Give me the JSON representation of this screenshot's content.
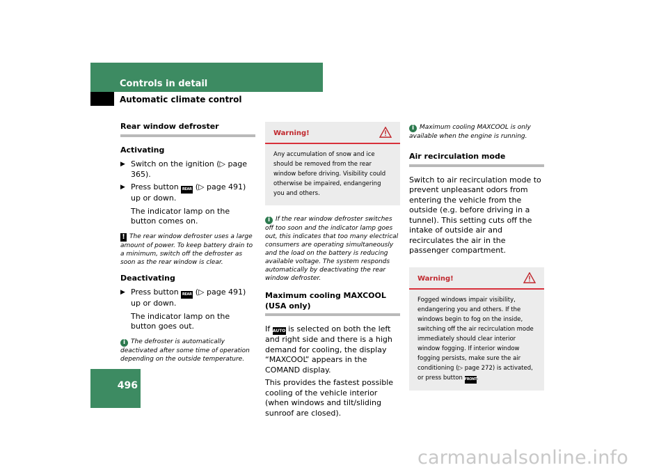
{
  "header": {
    "title": "Controls in detail",
    "subtitle": "Automatic climate control",
    "page_number": "496"
  },
  "watermark": "carmanualsonline.info",
  "col1": {
    "heading": "Rear window defroster",
    "activating": {
      "label": "Activating",
      "step1": "Switch on the ignition (▷ page 365).",
      "step2_pre": "Press button",
      "step2_post": "(▷ page 491) up or down.",
      "step2_result": "The indicator lamp on the button comes on."
    },
    "note_power": "The rear window defroster uses a large amount of power. To keep battery drain to a minimum, switch off the defroster as soon as the rear window is clear.",
    "deactivating": {
      "label": "Deactivating",
      "step1_pre": "Press button",
      "step1_post": "(▷ page 491) up or down.",
      "step1_result": "The indicator lamp on the button goes out."
    },
    "note_auto": "The defroster is automatically deactivated after some time of operation depending on the outside temperature."
  },
  "col2": {
    "warning": {
      "title": "Warning!",
      "text": "Any accumulation of snow and ice should be removed from the rear window before driving. Visibility could otherwise be impaired, endangering you and others."
    },
    "note_switchoff": "If the rear window defroster switches off too soon and the indicator lamp goes out, this indicates that too many electrical consumers are operating simultaneously and the load on the battery is reducing available voltage. The system responds automatically by deactivating the rear window defroster.",
    "maxcool": {
      "heading": "Maximum cooling MAXCOOL (USA only)",
      "p1_pre": "If",
      "p1_post": "is selected on both the left and right side and there is a high demand for cooling, the display “MAXCOOL” appears in the COMAND display.",
      "p2": "This provides the fastest possible cooling of the vehicle interior (when windows and tilt/sliding sunroof are closed)."
    }
  },
  "col3": {
    "note_maxcool": "Maximum cooling MAXCOOL is only available when the engine is running.",
    "recirc": {
      "heading": "Air recirculation mode",
      "text": "Switch to air recirculation mode to prevent unpleasant odors from entering the vehicle from the outside (e.g. before driving in a tunnel). This setting cuts off the intake of outside air and recirculates the air in the passenger compartment."
    },
    "warning": {
      "title": "Warning!",
      "text_pre": "Fogged windows impair visibility, endangering you and others. If the windows begin to fog on the inside, switching off the air recirculation mode immediately should clear interior window fogging. If interior window fogging persists, make sure the air conditioning (▷ page 272) is activated, or press button",
      "text_post": "."
    }
  },
  "icons": {
    "rear_defrost_label": "REAR",
    "auto_label": "AUTO",
    "front_defrost_label": "FRONT",
    "info": "i",
    "caution": "!"
  },
  "colors": {
    "brand_green": "#3d8b62",
    "warning_red": "#c0272d",
    "rule_gray": "#b9b9b9"
  }
}
